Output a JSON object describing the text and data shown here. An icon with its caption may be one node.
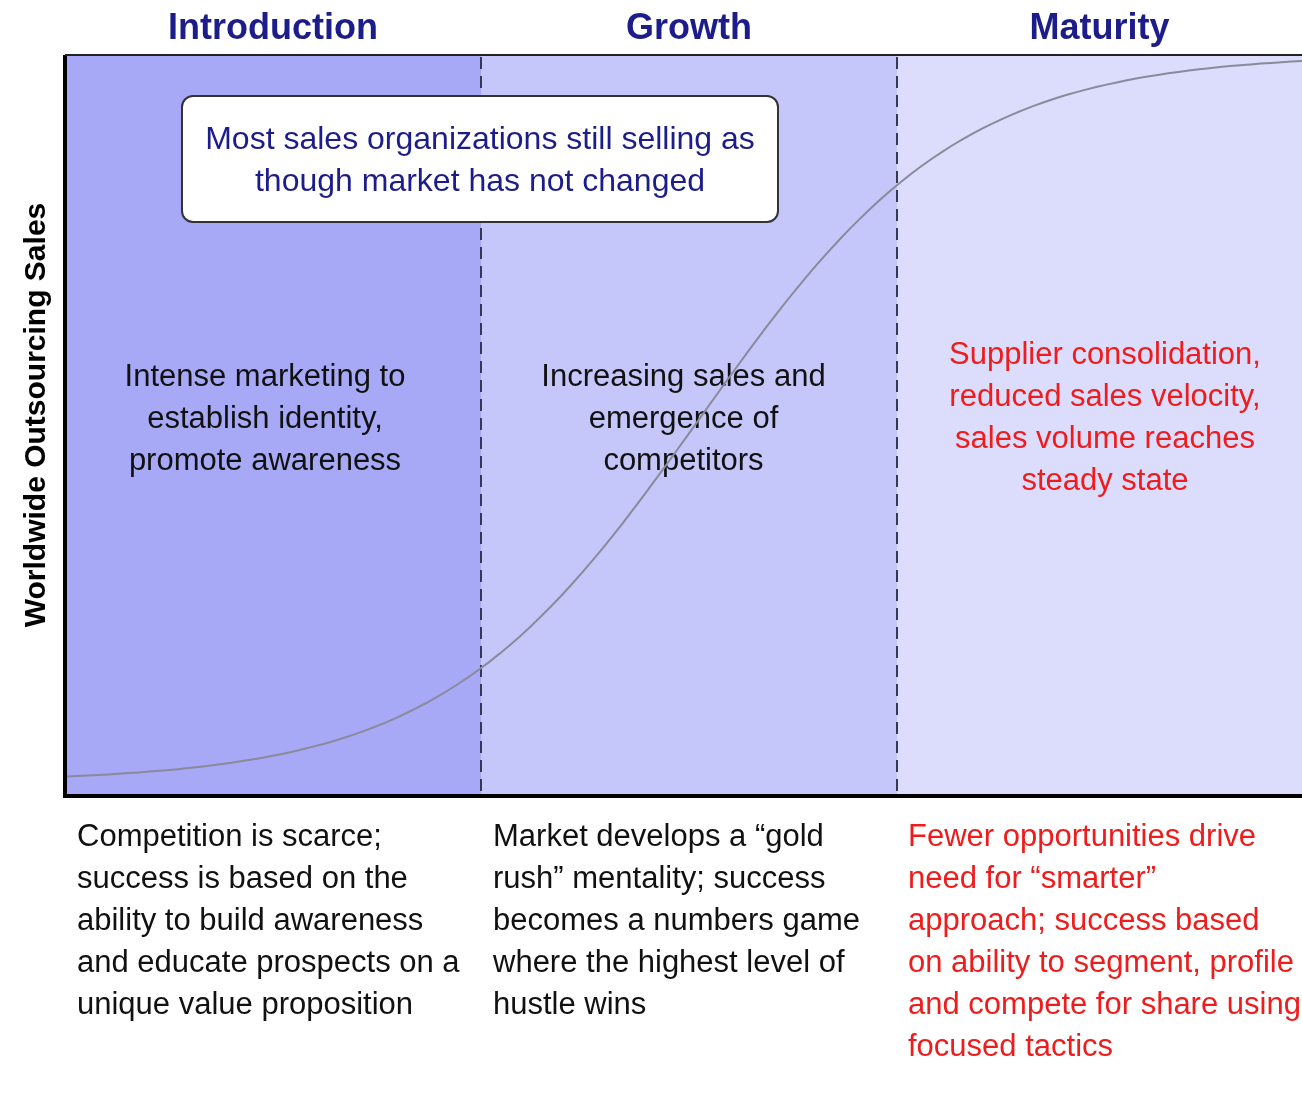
{
  "diagram": {
    "nodes": [
      {
        "text": [
          "Introduction",
          "Intense marketing to establish identity, promote awareness"
        ]
      },
      {
        "text": [
          "Growth",
          "Increasing sales and emergence of competitors"
        ]
      },
      {
        "text": [
          "Maturity",
          "Supplier consolidation, reduced sales velocity, sales volume reaches steady state"
        ]
      },
      {
        "text": [
          "Most sales organizations still selling as though market has not changed"
        ]
      }
    ],
    "edges": [],
    "labels": [
      "Worldwide Outsourcing Sales",
      "Competition is scarce; success is based on the ability to build awareness and educate prospects on a unique value proposition",
      "Market develops a “gold rush” mentality; success becomes a numbers game where the highest level of hustle wins",
      "Fewer opportunities drive need for “smarter” approach; success based on ability to segment, profile and compete for share using focused tactics"
    ]
  }
}
